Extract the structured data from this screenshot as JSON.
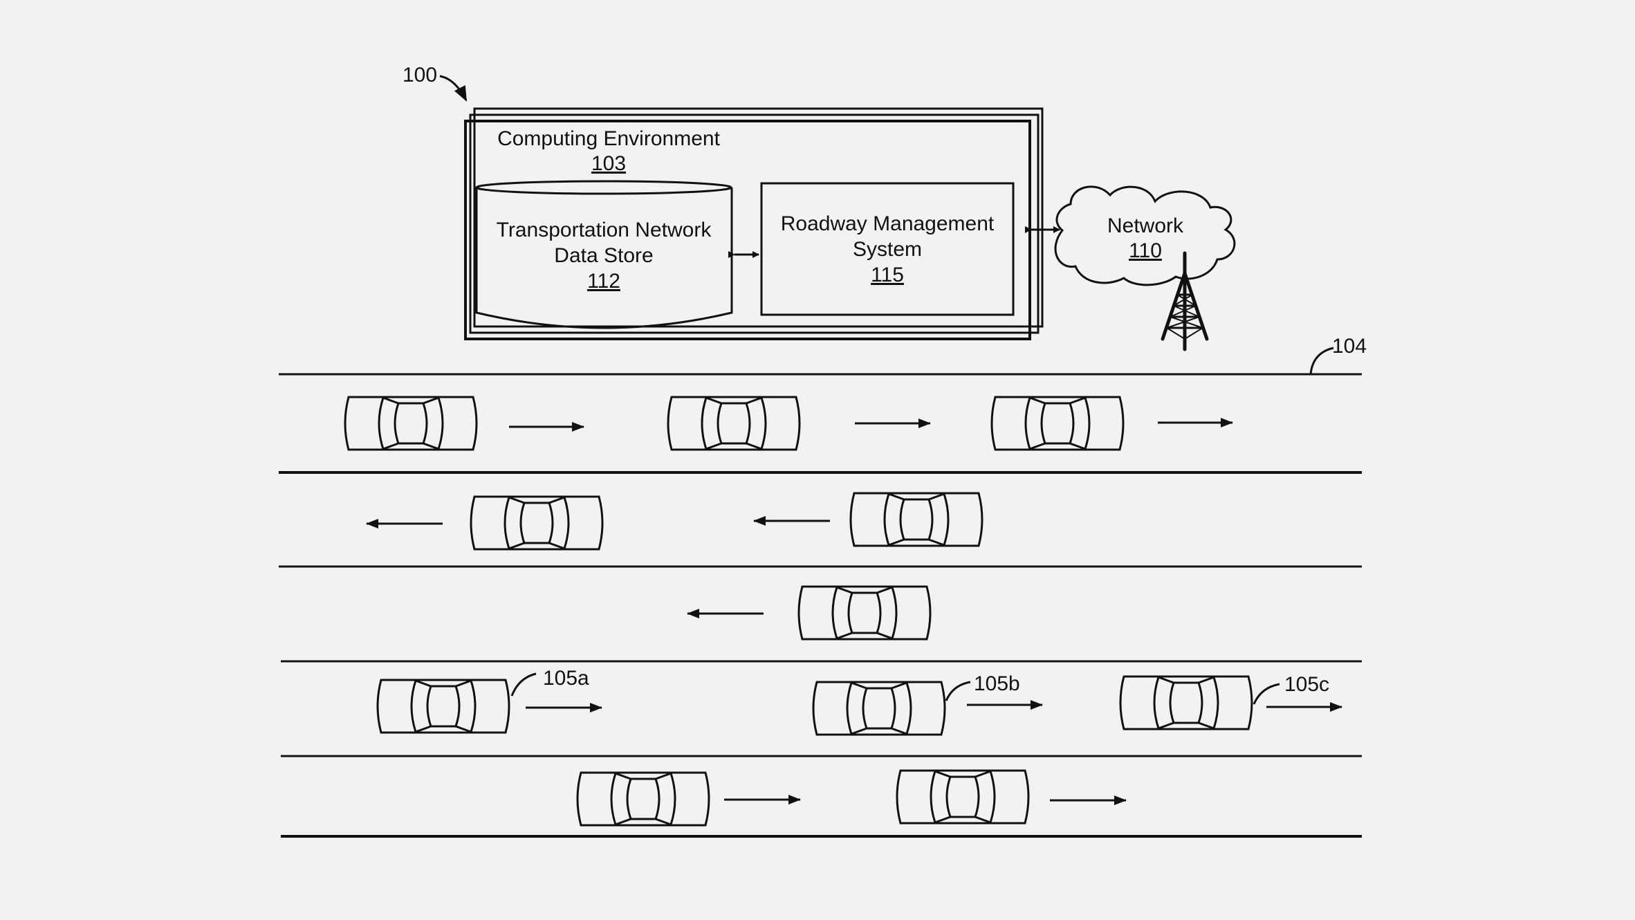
{
  "figure": {
    "system_ref": "100",
    "roadway_ref": "104",
    "computing_environment": {
      "title": "Computing Environment",
      "ref": "103"
    },
    "data_store": {
      "line1": "Transportation Network",
      "line2": "Data Store",
      "ref": "112"
    },
    "roadway_management": {
      "line1": "Roadway Management",
      "line2": "System",
      "ref": "115"
    },
    "network": {
      "title": "Network",
      "ref": "110",
      "icon": "cell-tower-icon"
    },
    "vehicle_labels": [
      "105a",
      "105b",
      "105c"
    ]
  },
  "lanes": [
    {
      "direction": "right",
      "vehicles": 3
    },
    {
      "direction": "left",
      "vehicles": 2
    },
    {
      "direction": "left",
      "vehicles": 1
    },
    {
      "direction": "right",
      "vehicles": 3,
      "labels": [
        "105a",
        "105b",
        "105c"
      ]
    },
    {
      "direction": "right",
      "vehicles": 2
    }
  ],
  "colors": {
    "background": "#f2f2f2",
    "ink": "#111111"
  }
}
